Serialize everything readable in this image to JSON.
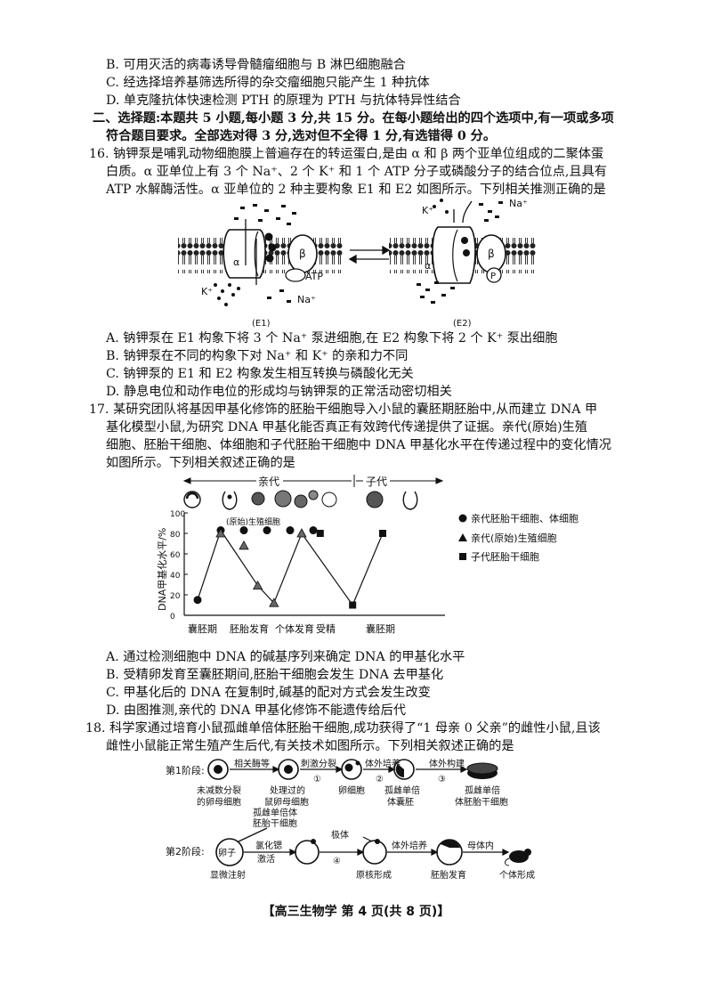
{
  "q15_tail": {
    "b": "B. 可用灭活的病毒诱导骨髓瘤细胞与 B 淋巴细胞融合",
    "c": "C. 经选择培养基筛选所得的杂交瘤细胞只能产生 1 种抗体",
    "d": "D. 单克隆抗体快速检测 PTH 的原理为 PTH 与抗体特异性结合"
  },
  "section2": {
    "line1": "二、选择题:本题共 5 小题,每小题 3 分,共 15 分。在每小题给出的四个选项中,有一项或多项",
    "line2": "符合题目要求。全部选对得 3 分,选对但不全得 1 分,有选错得 0 分。"
  },
  "q16": {
    "stem1": "16. 钠钾泵是哺乳动物细胞膜上普遍存在的转运蛋白,是由 α 和 β 两个亚单位组成的二聚体蛋",
    "stem2": "白质。α 亚单位上有 3 个 Na⁺、2 个 K⁺ 和 1 个 ATP 分子或磷酸分子的结合位点,且具有",
    "stem3": "ATP 水解酶活性。α 亚单位的 2 种主要构象 E1 和 E2 如图所示。下列相关推测正确的是",
    "figure": {
      "e1_caption": "(E1)",
      "e2_caption": "(E2)",
      "alpha": "α",
      "beta": "β",
      "atp": "ATP",
      "k": "K⁺",
      "na": "Na⁺",
      "p": "P"
    },
    "a": "A. 钠钾泵在 E1 构象下将 3 个 Na⁺ 泵进细胞,在 E2 构象下将 2 个 K⁺ 泵出细胞",
    "b": "B. 钠钾泵在不同的构象下对 Na⁺ 和 K⁺ 的亲和力不同",
    "c": "C. 钠钾泵的 E1 和 E2 构象发生相互转换与磷酸化无关",
    "d": "D. 静息电位和动作电位的形成均与钠钾泵的正常活动密切相关"
  },
  "q17": {
    "stem1": "17. 某研究团队将基因甲基化修饰的胚胎干细胞导入小鼠的囊胚期胚胎中,从而建立 DNA 甲",
    "stem2": "基化模型小鼠,为研究 DNA 甲基化能否真正有效跨代传递提供了证据。亲代(原始)生殖",
    "stem3": "细胞、胚胎干细胞、体细胞和子代胚胎干细胞中 DNA 甲基化水平在传递过程中的变化情况",
    "stem4": "如图所示。下列相关叙述正确的是",
    "a": "A. 通过检测细胞中 DNA 的碱基序列来确定 DNA 的甲基化水平",
    "b": "B. 受精卵发育至囊胚期间,胚胎干细胞会发生 DNA 去甲基化",
    "c": "C. 甲基化后的 DNA 在复制时,碱基的配对方式会发生改变",
    "d": "D. 由图推测,亲代的 DNA 甲基化修饰不能遗传给后代"
  },
  "chart_data": {
    "type": "scatter",
    "ylabel": "DNA甲基化水平/%",
    "y_tick_labels": [
      "0",
      "20",
      "40",
      "60",
      "80",
      "100"
    ],
    "ylim": [
      0,
      100
    ],
    "x_labels": [
      "囊胚期",
      "胚胎发育",
      "个体发育",
      "受精",
      "囊胚期"
    ],
    "top_labels": {
      "parent": "亲代",
      "offspring": "子代",
      "primordial": "(原始)生殖细胞"
    },
    "series": [
      {
        "name": "亲代胚胎干细胞、体细胞",
        "marker": "circle",
        "points": [
          {
            "x": 1,
            "y": 15
          },
          {
            "x": 2,
            "y": 83
          },
          {
            "x": 3,
            "y": 83
          },
          {
            "x": 4,
            "y": 83
          },
          {
            "x": 5,
            "y": 83
          },
          {
            "x": 6,
            "y": 83
          }
        ]
      },
      {
        "name": "亲代(原始)生殖细胞",
        "marker": "triangle",
        "points": [
          {
            "x": 2,
            "y": 80
          },
          {
            "x": 3,
            "y": 68
          },
          {
            "x": 3.6,
            "y": 29
          },
          {
            "x": 4.3,
            "y": 12
          },
          {
            "x": 5.5,
            "y": 80
          }
        ]
      },
      {
        "name": "子代胚胎干细胞",
        "marker": "square",
        "points": [
          {
            "x": 6.3,
            "y": 80
          },
          {
            "x": 7.7,
            "y": 10
          },
          {
            "x": 9,
            "y": 80
          }
        ]
      }
    ],
    "connections": [
      [
        1,
        15
      ],
      [
        2,
        83
      ],
      [
        3.6,
        29
      ],
      [
        4.3,
        12
      ],
      [
        5.5,
        80
      ],
      [
        7.7,
        10
      ],
      [
        9,
        80
      ]
    ]
  },
  "q18": {
    "stem1": "18. 科学家通过培育小鼠孤雌单倍体胚胎干细胞,成功获得了“1 母亲 0 父亲”的雌性小鼠,且该",
    "stem2": "雌性小鼠能正常生殖产生后代,有关技术如图所示。下列相关叙述正确的是",
    "figure": {
      "stage1": "第1阶段:",
      "stage2": "第2阶段:",
      "arrow_enzyme": "相关酶等",
      "arrow_stim": "刺激分裂",
      "arrow_culture": "体外培养",
      "arrow_build": "体外构建",
      "step1": "①",
      "step2": "②",
      "step3": "③",
      "step4": "④",
      "c1a": "未减数分裂",
      "c1b": "的卵母细胞",
      "c2a": "处理过的",
      "c2b": "鼠卵母细胞",
      "c3": "卵细胞",
      "c4a": "孤雌单倍",
      "c4b": "体囊胚",
      "c5a": "孤雌单倍",
      "c5b": "体胚胎干细胞",
      "s2_top1": "孤雌单倍体",
      "s2_top2": "胚胎干细胞",
      "egg": "卵子",
      "micro": "显微注射",
      "srcl1": "氯化锶",
      "srcl2": "激活",
      "polar": "极体",
      "culture2": "体外培养",
      "mother": "母体内",
      "pronuc": "原核形成",
      "embryo": "胚胎发育",
      "individual": "个体形成"
    }
  },
  "footer": "【高三生物学   第 4 页(共 8 页)】"
}
